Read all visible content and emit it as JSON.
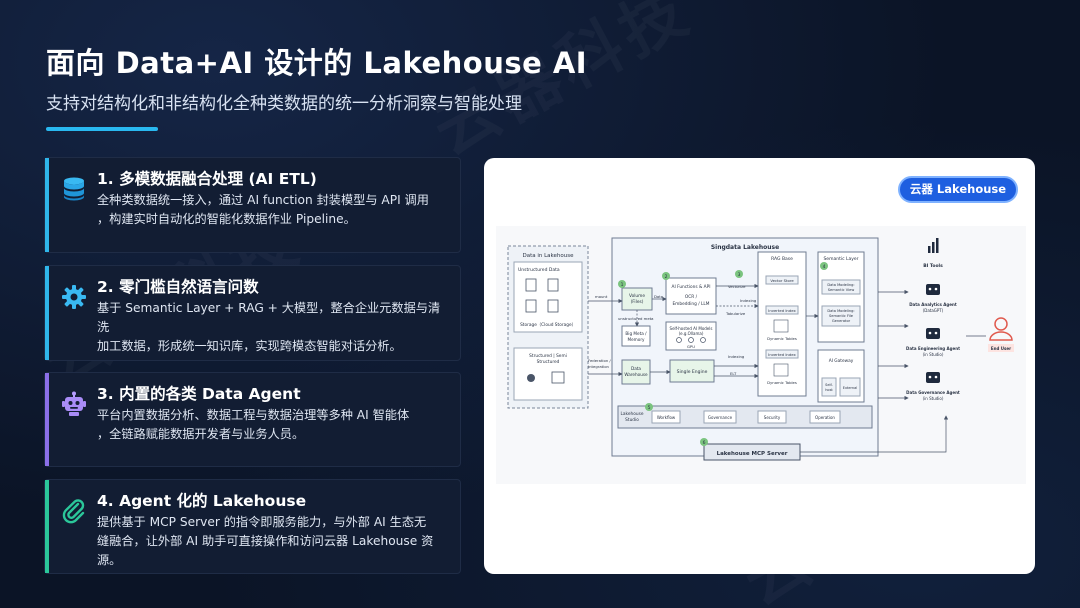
{
  "header": {
    "title": "面向 Data+AI 设计的 Lakehouse AI",
    "subtitle": "支持对结构化和非结构化全种类数据的统一分析洞察与智能处理"
  },
  "watermark": "云器科技",
  "colors": {
    "accent": "#29b8f0",
    "card_bar_1": "#2fb6ea",
    "card_bar_2": "#2fb6ea",
    "card_bar_3": "#8b6fe8",
    "card_bar_4": "#2bc79a",
    "pill": "#1e5fe0",
    "end_user": "#e05a4e"
  },
  "cards": [
    {
      "icon": "database-icon",
      "title": "1. 多模数据融合处理 (AI ETL)",
      "lines": [
        "全种类数据统一接入，通过 AI function 封装模型与 API 调用",
        "，构建实时自动化的智能化数据作业 Pipeline。"
      ]
    },
    {
      "icon": "gear-icon",
      "title": "2. 零门槛自然语言问数",
      "lines": [
        "基于 Semantic Layer + RAG + 大模型，整合企业元数据与清洗",
        "加工数据，形成统一知识库，实现跨模态智能对话分析。"
      ]
    },
    {
      "icon": "robot-icon",
      "title": "3. 内置的各类 Data Agent",
      "lines": [
        "平台内置数据分析、数据工程与数据治理等多种 AI 智能体",
        "，全链路赋能数据开发者与业务人员。"
      ]
    },
    {
      "icon": "paperclip-icon",
      "title": "4. Agent 化的 Lakehouse",
      "lines": [
        "提供基于 MCP Server 的指令即服务能力，与外部 AI 生态无",
        "缝融合，让外部 AI 助手可直接操作和访问云器 Lakehouse 资",
        "源。"
      ]
    }
  ],
  "diagram": {
    "pill_label": "云器 Lakehouse",
    "lake": {
      "title": "Data in Lakehouse",
      "unstructured": "Unstructured Data",
      "storage": "Storage（Cloud Storage）",
      "structured_1": "Structured | Semi",
      "structured_2": "Structured"
    },
    "main_title": "Singdata Lakehouse",
    "volume_1": "Volume",
    "volume_2": "(Files)",
    "ai_func_1": "AI Functions & API",
    "ai_func_2": "OCR /",
    "ai_func_3": "Embedding / LLM",
    "self_hosted_1": "Self-hosted AI Models",
    "self_hosted_2": "(e.g.Ollama)",
    "gpu": "GPU",
    "big_meta_1": "Big Meta /",
    "big_meta_2": "Memory",
    "data_warehouse_1": "Data",
    "data_warehouse_2": "Warehouse",
    "single_engine": "Single Engine",
    "rag_title": "RAG Base",
    "vector_store": "Vector Store",
    "inverted_index": "Inverted Index",
    "dynamic_tables": "Dynamic Tables",
    "semantic_title": "Semantic Layer",
    "sem_1a": "Data Modeling:",
    "sem_1b": "Semantic View",
    "sem_2a": "Data Modeling:",
    "sem_2b": "Semantic File",
    "sem_2c": "Generator",
    "ai_gateway": "AI Gateway",
    "self_host_1": "Self-",
    "self_host_2": "host",
    "external": "External",
    "studio_label_1": "Lakehouse",
    "studio_label_2": "Studio",
    "workflow": "Workflow",
    "governance": "Governance",
    "security": "Security",
    "operation": "Operation",
    "mcp_server": "Lakehouse MCP Server",
    "label_mount": "mount",
    "label_data": "Data",
    "label_vectorize": "Vectorize",
    "label_indexing": "Indexing",
    "label_tabularize": "Tabularize",
    "label_unstructured_meta": "unstructured meta",
    "label_federation_1": "Federation /",
    "label_federation_2": "Integration",
    "label_indexing_2": "Indexing",
    "label_elt": "ELT",
    "bi_tools": "BI Tools",
    "agent_1a": "Data Analytics Agent",
    "agent_1b": "(DataGPT)",
    "agent_2a": "Data Engineering Agent",
    "agent_2b": "(in Studio)",
    "agent_3a": "Data Governance Agent",
    "agent_3b": "(in Studio)",
    "end_user": "End User",
    "n1": "1",
    "n2": "2",
    "n3": "3",
    "n4": "4",
    "n5": "5",
    "n6": "6"
  }
}
